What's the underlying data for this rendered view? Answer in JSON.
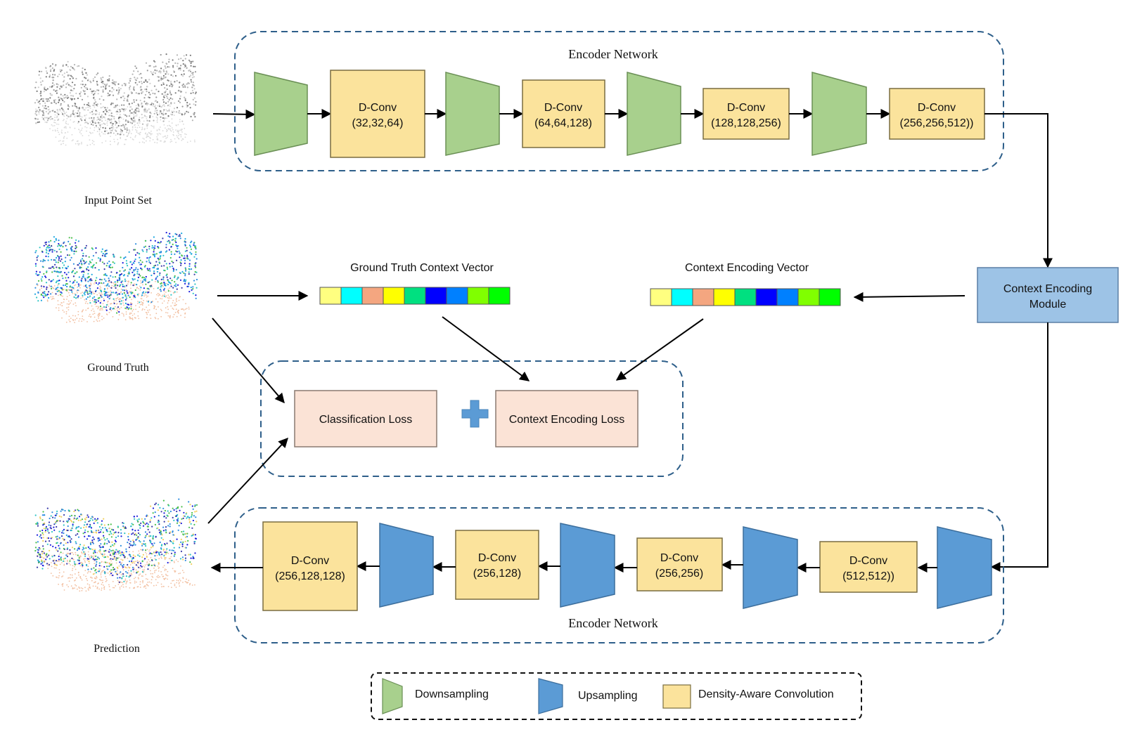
{
  "encoder": {
    "title": "Encoder Network",
    "blocks": [
      {
        "name": "D-Conv",
        "params": "(32,32,64)"
      },
      {
        "name": "D-Conv",
        "params": "(64,64,128)"
      },
      {
        "name": "D-Conv",
        "params": "(128,128,256)"
      },
      {
        "name": "D-Conv",
        "params": "(256,256,512))"
      }
    ]
  },
  "decoder": {
    "title": "Encoder Network",
    "blocks": [
      {
        "name": "D-Conv",
        "params": "(512,512))"
      },
      {
        "name": "D-Conv",
        "params": "(256,256)"
      },
      {
        "name": "D-Conv",
        "params": "(256,128)"
      },
      {
        "name": "D-Conv",
        "params": "(256,128,128)"
      }
    ]
  },
  "point_sets": {
    "input_label": "Input Point Set",
    "ground_truth_label": "Ground Truth",
    "prediction_label": "Prediction"
  },
  "context_module": {
    "line1": "Context Encoding",
    "line2": "Module"
  },
  "vectors": {
    "ground_truth_title": "Ground Truth Context Vector",
    "encoding_title": "Context Encoding Vector",
    "cell_colors": [
      "#ffff80",
      "#00ffff",
      "#f4a680",
      "#ffff00",
      "#00e080",
      "#0000ff",
      "#0080ff",
      "#80ff00",
      "#00ff00"
    ]
  },
  "loss": {
    "classification": "Classification Loss",
    "context_encoding": "Context Encoding Loss"
  },
  "legend": {
    "downsampling": "Downsampling",
    "upsampling": "Upsampling",
    "density_conv": "Density-Aware Convolution"
  },
  "colors": {
    "downsample_fill": "#a8d08d",
    "upsample_fill": "#5b9bd5",
    "conv_fill": "#fbe39c",
    "loss_fill": "#fbe3d6",
    "module_fill": "#9dc3e6",
    "dashed_border": "#2e5f8a",
    "plus_fill": "#5b9bd5"
  }
}
